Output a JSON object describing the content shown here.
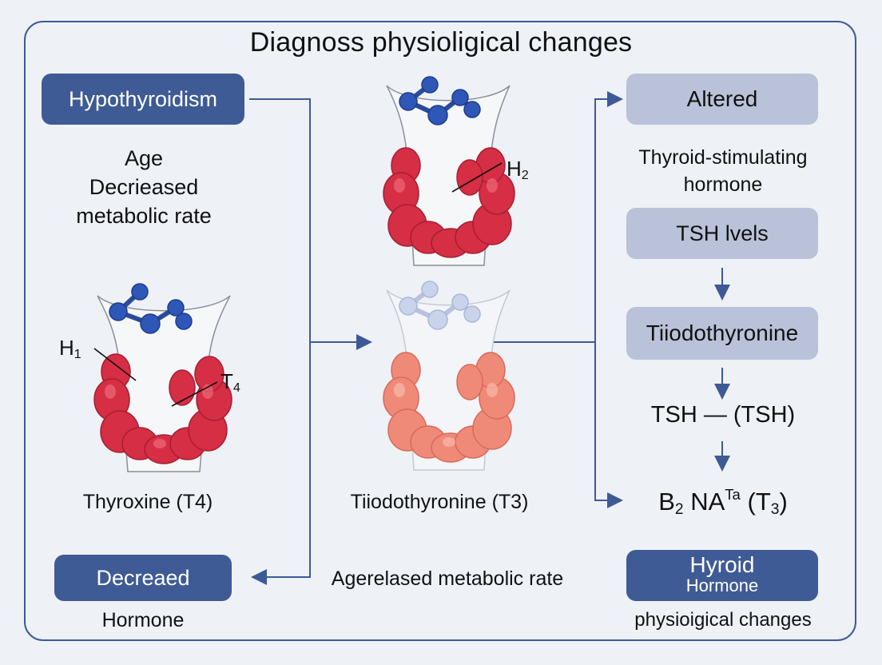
{
  "title": "Diagnoss physioligical changes",
  "left": {
    "hypothyroidism_box": "Hypothyroidism",
    "age": "Age",
    "decreased": "Decrieased",
    "metabolic_rate": "metabolic rate",
    "gland_label_h": "H",
    "gland_label_h_sub": "1",
    "gland_label_t": "T",
    "gland_label_t_sub": "4",
    "caption": "Thyroxine (T4)",
    "decreased_box": "Decreaed",
    "hormone": "Hormone"
  },
  "middle": {
    "gland_label_h": "H",
    "gland_label_h_sub": "2",
    "caption": "Tiiodothyronine (T3)",
    "bottom_text": "Agerelased metabolic rate"
  },
  "right": {
    "altered_box": "Altered",
    "tsh_text_1": "Thyroid-stimulating",
    "tsh_text_2": "hormone",
    "tsh_levels_box": "TSH lvels",
    "tiiodo_box": "Tiiodothyronine",
    "tsh_equation": "TSH — (TSH)",
    "formula_b": "B",
    "formula_b_sub": "2",
    "formula_na": " NA",
    "formula_sup": "Ta",
    "formula_t3": " (T",
    "formula_t3_sub": "3",
    "formula_close": ")",
    "hyroid_box_1": "Hyroid",
    "hyroid_box_2": "Hormone",
    "physio_changes": "physioigical changes"
  },
  "colors": {
    "navy": "#3f5b95",
    "light_box": "#b9c2d8",
    "gland_red": "#d62e45",
    "gland_salmon": "#f08a78",
    "molecule_blue": "#2f57b8",
    "arrow": "#3d5a96"
  }
}
